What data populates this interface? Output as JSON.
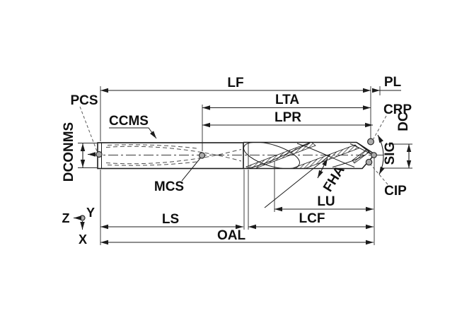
{
  "diagram": {
    "kind": "drill-tool-dimension-drawing",
    "labels": {
      "lf": "LF",
      "pl": "PL",
      "lta": "LTA",
      "lpr": "LPR",
      "crp": "CRP",
      "dc": "DC",
      "sig": "SIG",
      "cip": "CIP",
      "pcs": "PCS",
      "ccms": "CCMS",
      "dconms": "DCONMS",
      "mcs": "MCS",
      "fha": "FHA",
      "lu": "LU",
      "ls": "LS",
      "lcf": "LCF",
      "oal": "OAL"
    },
    "axes": {
      "z": "Z",
      "y": "Y",
      "x": "X"
    },
    "colors": {
      "background": "#ffffff",
      "line": "#1c1c1c",
      "leader": "#5a5a5a",
      "marker_fill": "#ababab"
    }
  }
}
